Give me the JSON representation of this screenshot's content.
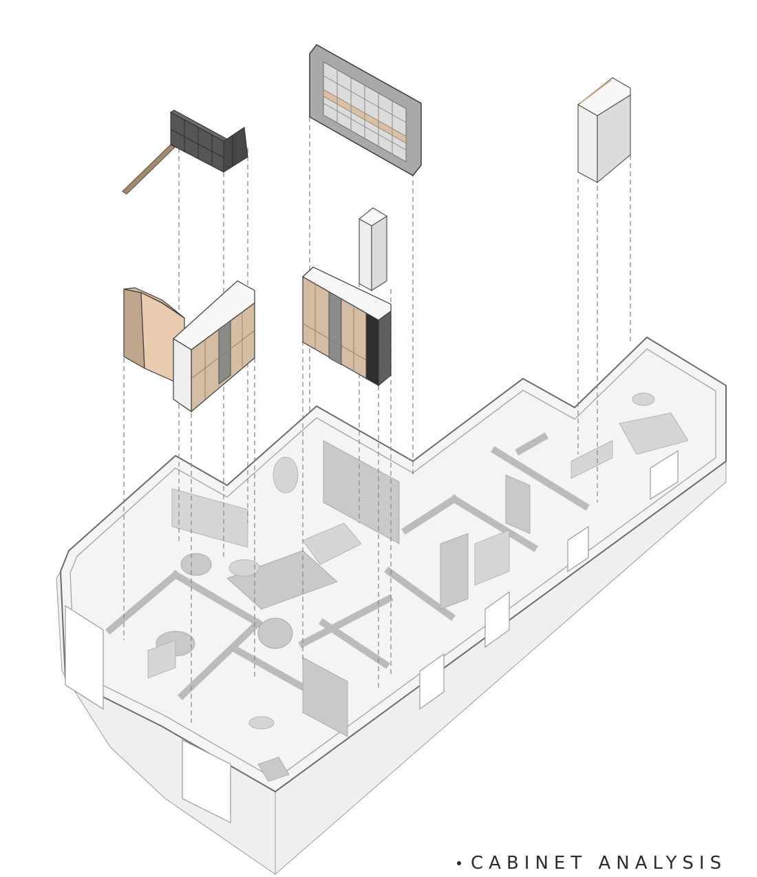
{
  "caption": {
    "text": "CABINET ANALYSIS"
  },
  "colors": {
    "wood": "#d9bfa6",
    "wood_dark": "#bfa58c",
    "dark_grey": "#555555",
    "grey": "#8c8c8c",
    "white": "#f7f7f7",
    "wall": "#f1f1f1",
    "line": "#6a6a6a"
  },
  "cabinets": [
    {
      "name": "dark-l-shelf",
      "color": "dark_grey"
    },
    {
      "name": "open-bookshelf",
      "color": "grey"
    },
    {
      "name": "tall-white-cabinet-right",
      "color": "white"
    },
    {
      "name": "small-white-column",
      "color": "white"
    },
    {
      "name": "bench-and-wardrobe",
      "color": "wood"
    },
    {
      "name": "wardrobe-with-shelving",
      "color": "wood"
    }
  ]
}
